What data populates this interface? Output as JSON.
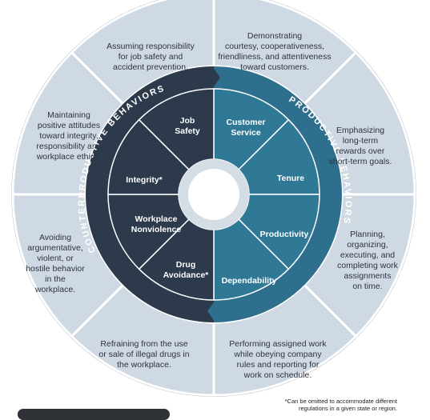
{
  "counterproductive_label": "COUNTERPRODUCTIVE BEHAVIORS",
  "productive_label": "PRODUCTIVE BEHAVIORS",
  "outer_left": [
    [
      "Assuming responsibility",
      "for job safety and",
      "accident prevention."
    ],
    [
      "Maintaining",
      "positive attitudes",
      "toward integrity,",
      "responsibility and",
      "workplace ethics."
    ],
    [
      "Avoiding",
      "argumentative,",
      "violent, or",
      "hostile behavior",
      "in the",
      "workplace."
    ],
    [
      "Refraining from the use",
      "or sale of illegal drugs in",
      "the workplace."
    ]
  ],
  "outer_right": [
    [
      "Demonstrating",
      "courtesy, cooperativeness,",
      "friendliness, and attentiveness",
      "toward customers."
    ],
    [
      "Emphasizing",
      "long-term",
      "rewards over",
      "short-term goals."
    ],
    [
      "Planning,",
      "organizing,",
      "executing, and",
      "completing work",
      "assignments",
      "on time."
    ],
    [
      "Performing assigned work",
      "while obeying company",
      "rules and reporting for",
      "work on schedule."
    ]
  ],
  "inner_left": [
    [
      "Job",
      "Safety"
    ],
    [
      "Integrity*"
    ],
    [
      "Workplace",
      "Nonviolence"
    ],
    [
      "Drug",
      "Avoidance*"
    ]
  ],
  "inner_right": [
    [
      "Customer",
      "Service"
    ],
    [
      "Tenure"
    ],
    [
      "Productivity"
    ],
    [
      "Dependability"
    ]
  ],
  "footnote": [
    "*Can be omitted to accommodate different",
    "regulations in a given state or region."
  ],
  "colors": {
    "outer_fill": "#cfd9e3",
    "outer_stroke": "#ffffff",
    "outer_border": "#7f8e9c",
    "ring_left": "#2c3a4c",
    "ring_right": "#2f6f8e",
    "inner_left": "#2c3a4c",
    "inner_right": "#2f7896",
    "hub_ring": "#d5dde4",
    "hub": "#ffffff"
  }
}
